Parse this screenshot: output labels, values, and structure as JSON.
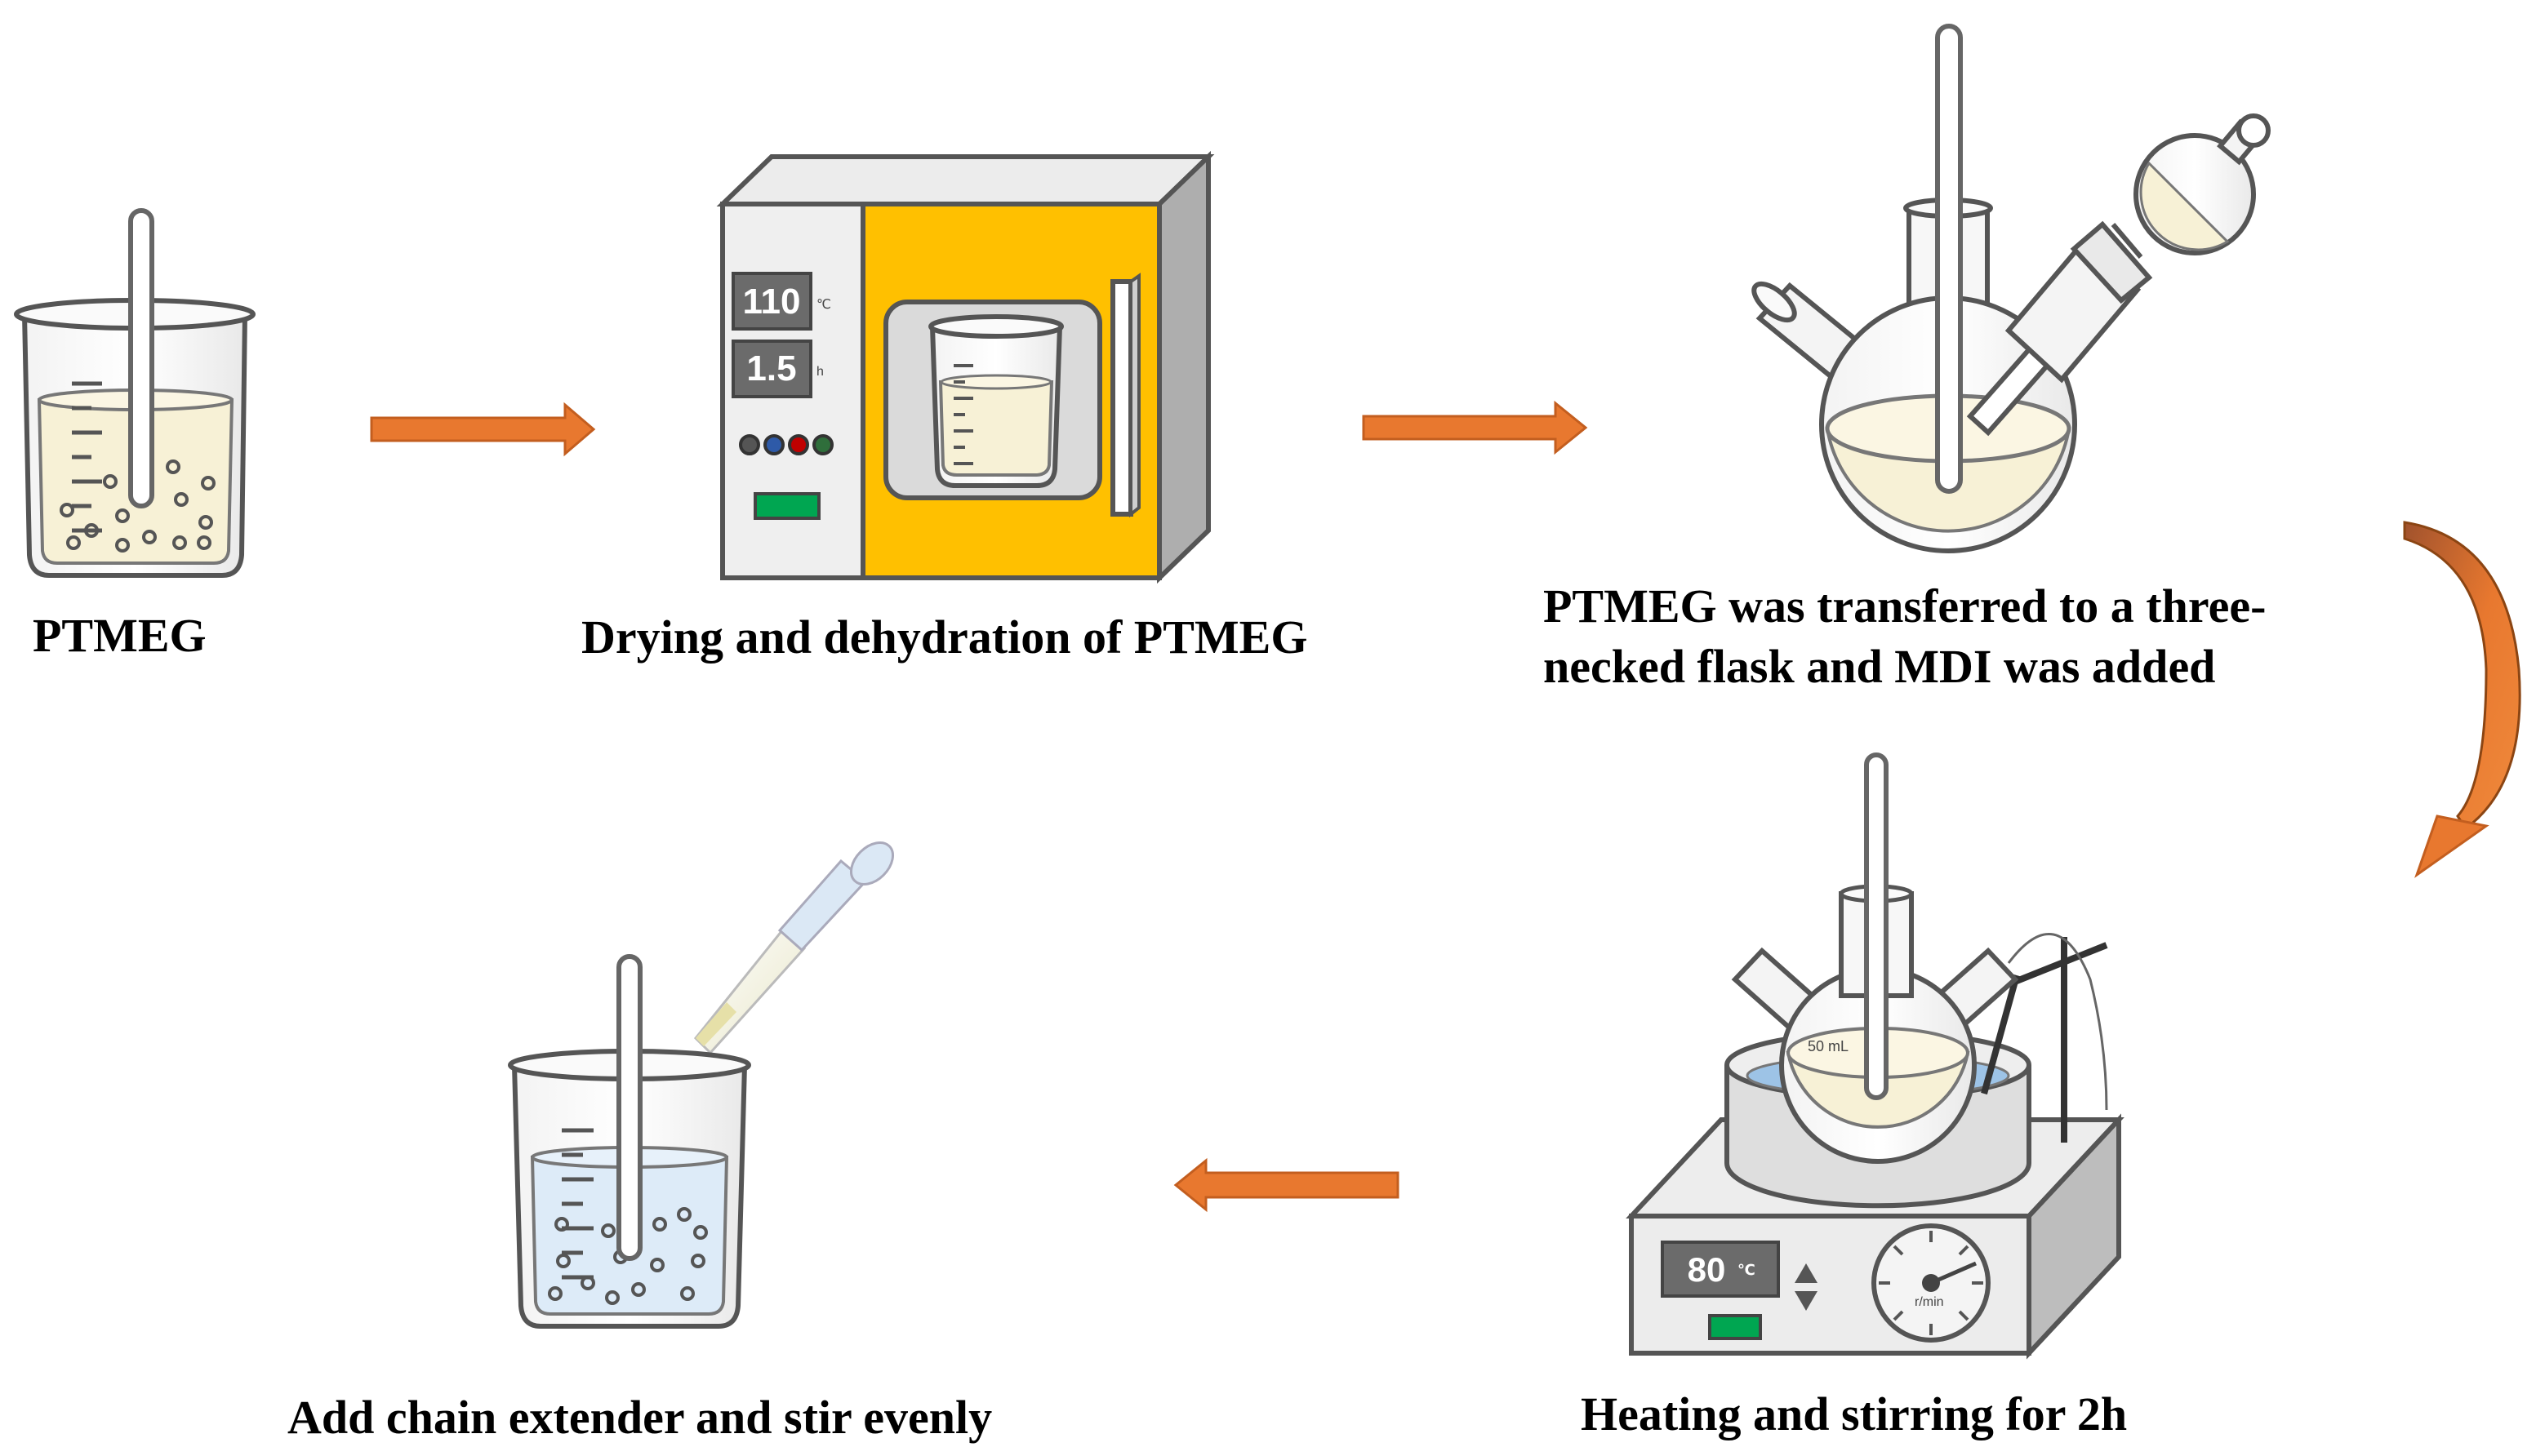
{
  "steps": [
    {
      "label_lines": [
        "PTMEG"
      ]
    },
    {
      "label_lines": [
        "Drying and dehydration of PTMEG"
      ]
    },
    {
      "label_lines": [
        "PTMEG was transferred to a three-",
        "necked flask and MDI was added"
      ]
    },
    {
      "label_lines": [
        "Heating and stirring for 2h"
      ]
    },
    {
      "label_lines": [
        "Add chain extender and stir evenly"
      ]
    }
  ],
  "oven": {
    "temperature": "110",
    "temperature_unit": "℃",
    "time": "1.5",
    "time_unit": "h"
  },
  "hotplate": {
    "temperature": "80",
    "temperature_unit": "℃",
    "speed_unit": "r/min"
  },
  "flask": {
    "volume_label": "50 mL"
  },
  "colors": {
    "arrow": "#E8782F",
    "liquid_ptmeg": "#F7F1D6",
    "liquid_final": "#DDEBF8",
    "oven_door": "#FFC000",
    "display": "#6B6B6B",
    "indicator": "#00A651"
  }
}
